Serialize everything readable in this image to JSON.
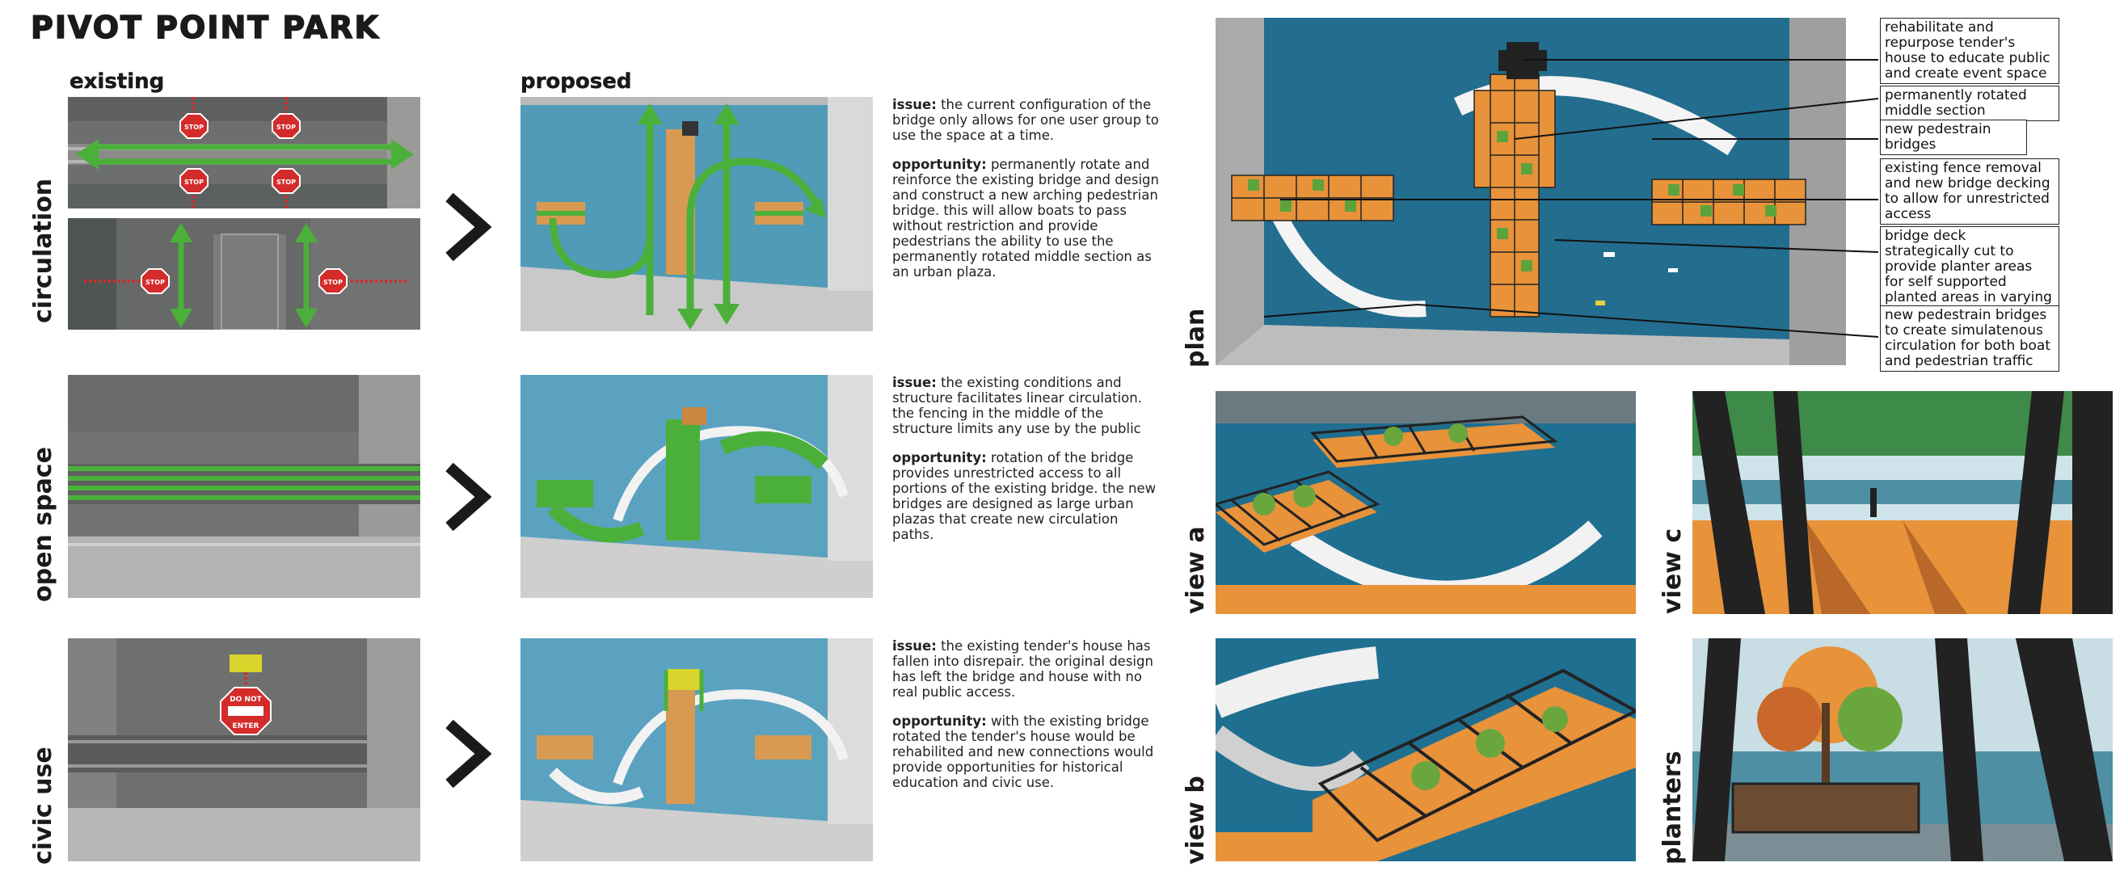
{
  "title": "PIVOT POINT PARK",
  "headers": {
    "existing": "existing",
    "proposed": "proposed"
  },
  "rows": [
    {
      "label": "circulation",
      "issue_label": "issue:",
      "issue": " the current configuration of the bridge only allows for one user group to use the space at a time.",
      "opp_label": "opportunity:",
      "opp": " permanently rotate and reinforce the existing bridge and design and construct a new arching pedestrian bridge. this will allow boats to pass without restriction and provide pedestrians the ability to use the permanently rotated middle section as an urban plaza."
    },
    {
      "label": "open space",
      "issue_label": "issue:",
      "issue": " the existing conditions and structure facilitates linear circulation. the fencing in the middle of the structure limits any use by the public",
      "opp_label": "opportunity:",
      "opp": " rotation of the bridge provides unrestricted access to all portions of the existing bridge. the new bridges are designed as large urban plazas that create new circulation paths."
    },
    {
      "label": "civic use",
      "issue_label": "issue:",
      "issue": " the existing tender's house has fallen into disrepair. the original design has left the bridge and house with no real public access.",
      "opp_label": "opportunity:",
      "opp": " with the existing bridge rotated the tender's house would be rehabilited and new connections would provide opportunities for historical education and civic use."
    }
  ],
  "signs": {
    "stop": "STOP",
    "do_not": "DO NOT",
    "enter": "ENTER"
  },
  "plan_label": "plan",
  "view_labels": {
    "a": "view a",
    "b": "view b",
    "c": "view c",
    "planters": "planters"
  },
  "callouts": [
    "rehabilitate and repurpose tender's house to educate public and create event space",
    "permanently rotated middle section",
    "new pedestrain bridges",
    "existing fence removal and new bridge decking to allow for unrestricted access",
    "bridge deck strategically cut to provide planter areas for self supported planted areas in varying sizes",
    "new pedestrain bridges to create simulatenous circulation for both boat and pedestrian traffic"
  ],
  "colors": {
    "water": "#2a7ea0",
    "orange": "#e8923a",
    "green": "#4bb03a",
    "stop_red": "#d42b2b",
    "grey": "#7a7a7a"
  }
}
